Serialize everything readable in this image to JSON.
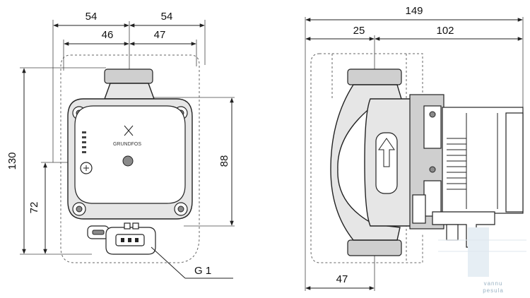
{
  "front_view": {
    "dim_top_left": "54",
    "dim_top_right": "54",
    "dim_inner_left": "46",
    "dim_inner_right": "47",
    "dim_height_total": "130",
    "dim_height_lower": "72",
    "dim_height_right": "88",
    "connector_label": "G 1",
    "brand_logo": "GRUNDFOS"
  },
  "side_view": {
    "dim_total_width": "149",
    "dim_left": "25",
    "dim_right": "102",
    "dim_bottom": "47"
  },
  "watermark": {
    "line1": "vannu",
    "line2": "pesula"
  }
}
